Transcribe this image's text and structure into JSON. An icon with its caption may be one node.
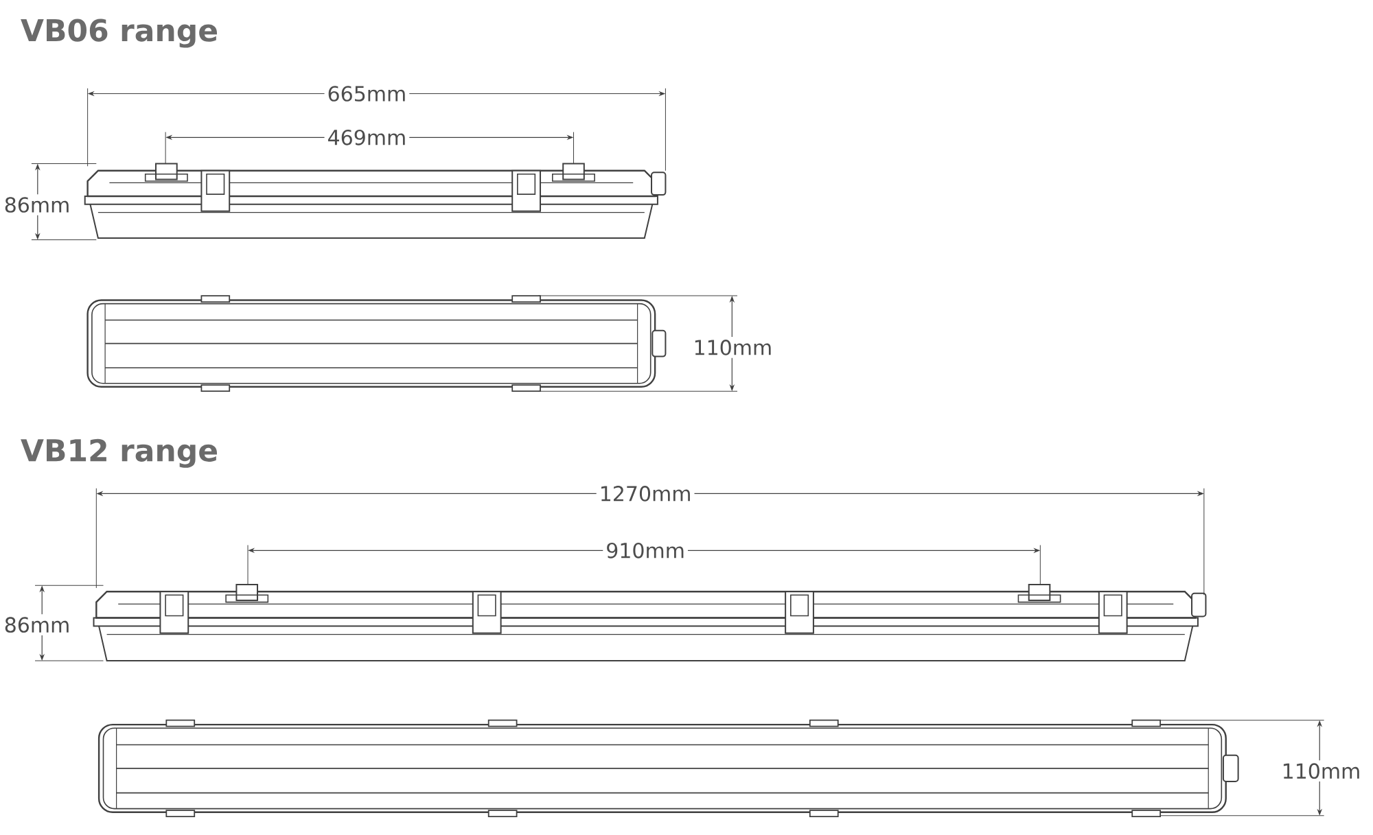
{
  "diagram": {
    "labels": [
      "VB06 range",
      "665mm",
      "469mm",
      "86mm",
      "110mm",
      "VB12 range",
      "1270mm",
      "910mm",
      "86mm",
      "110mm"
    ]
  }
}
